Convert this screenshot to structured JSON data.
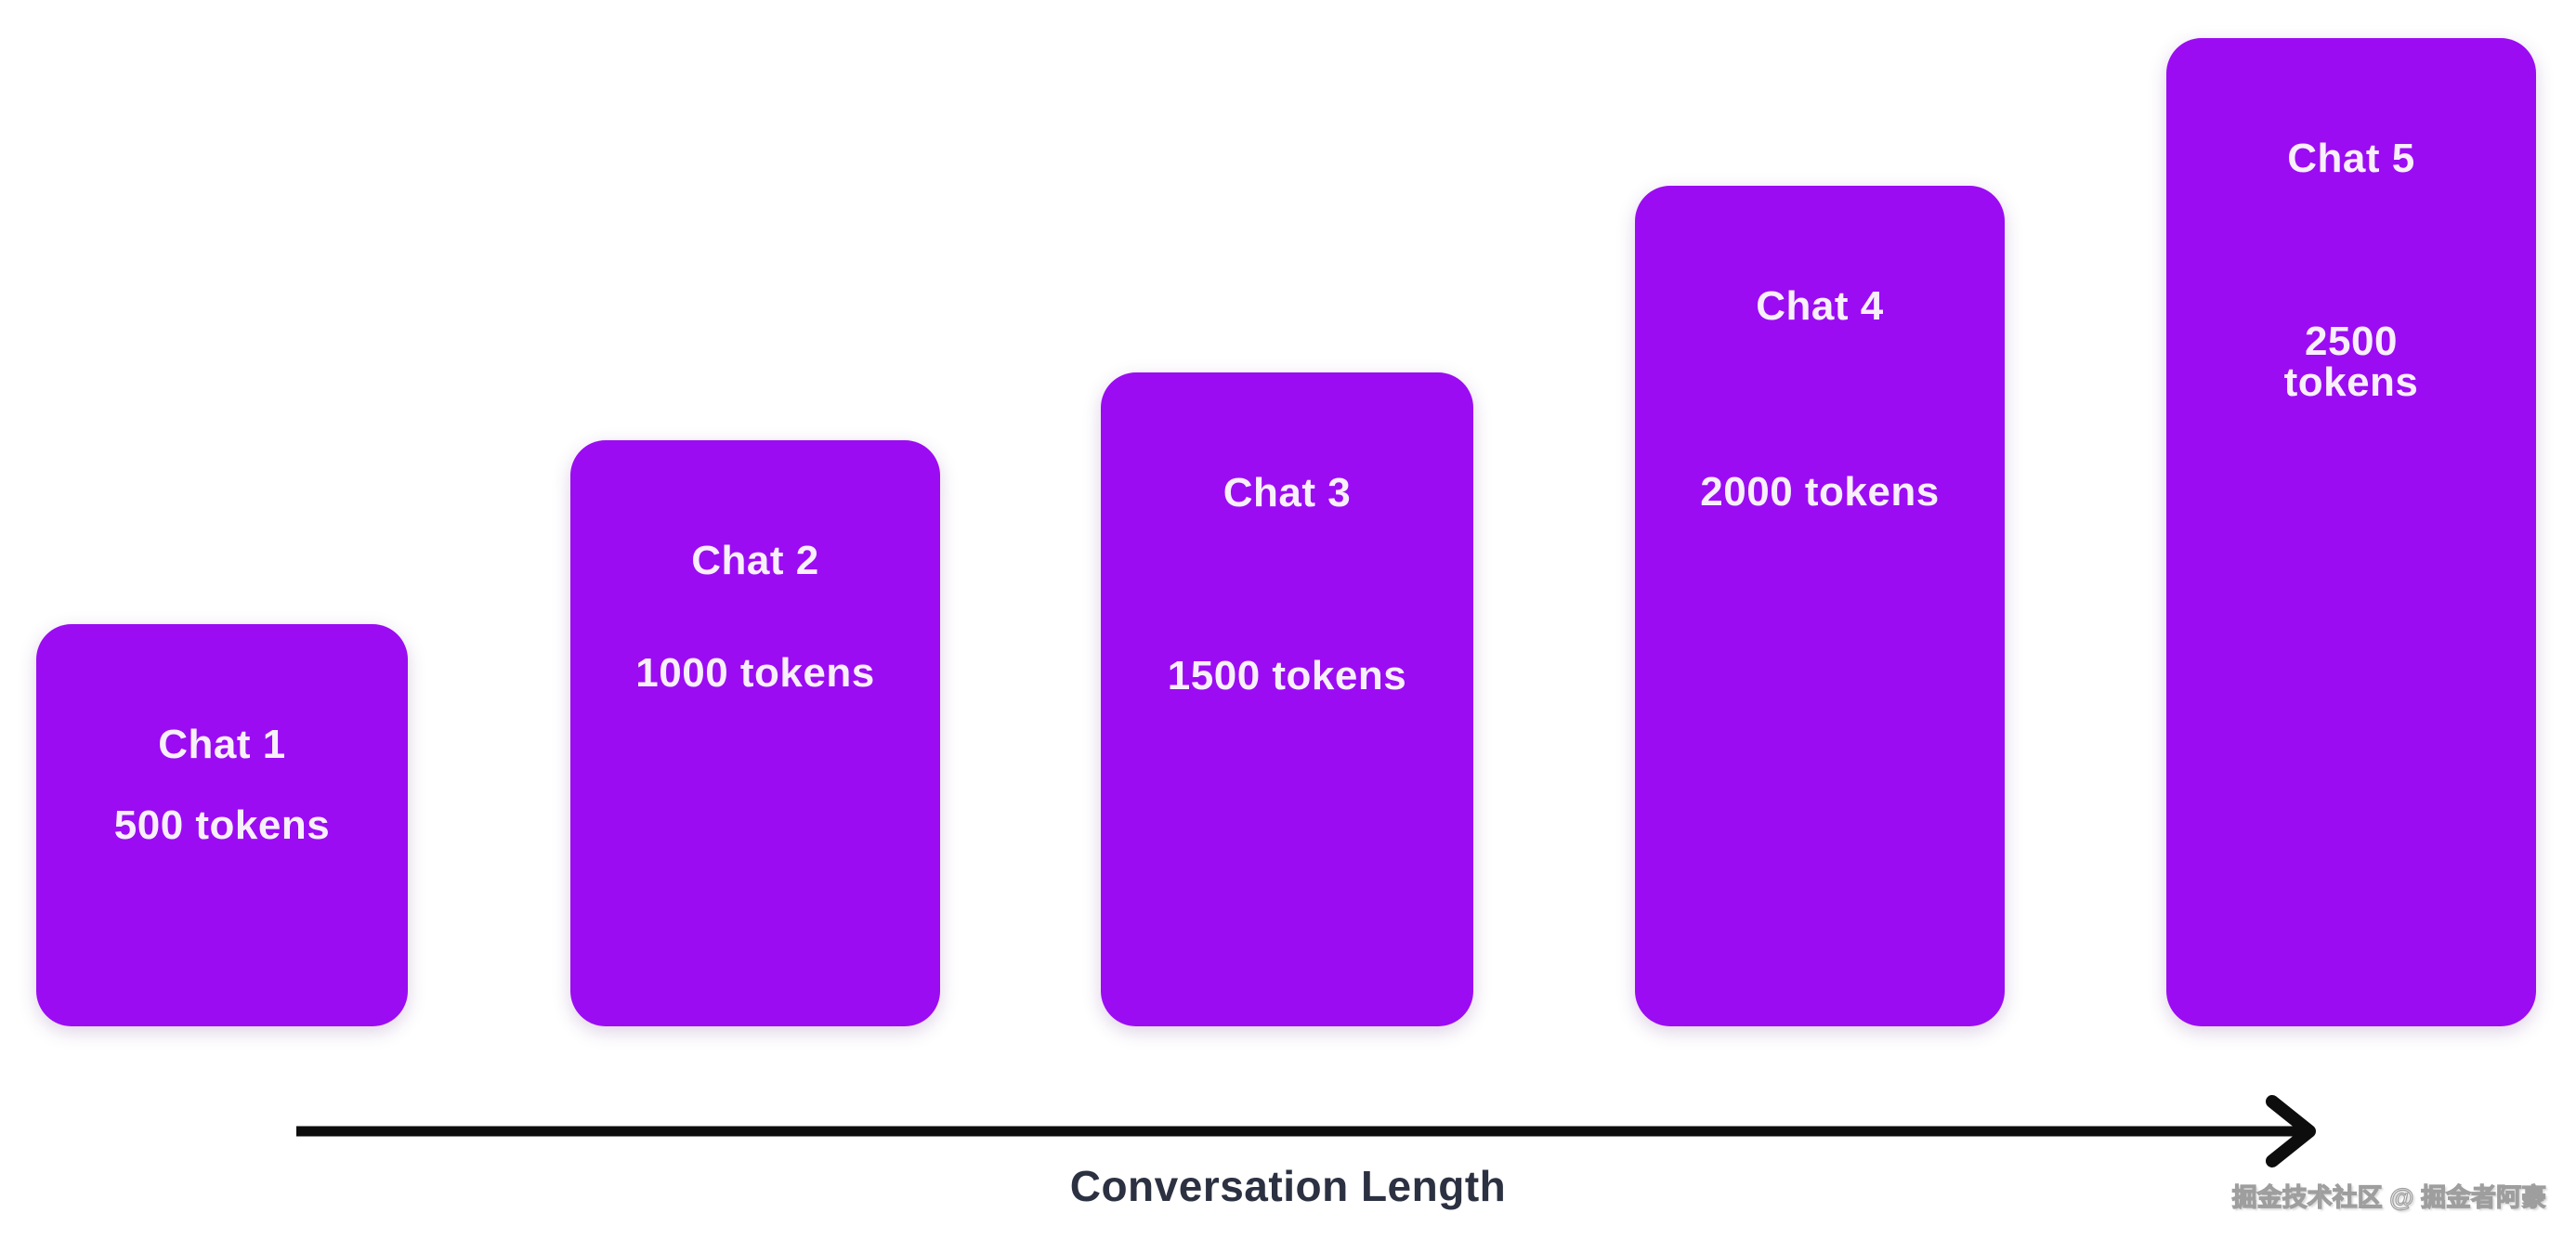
{
  "chart_data": {
    "type": "bar",
    "categories": [
      "Chat 1",
      "Chat 2",
      "Chat 3",
      "Chat 4",
      "Chat 5"
    ],
    "values": [
      500,
      1000,
      1500,
      2000,
      2500
    ],
    "value_unit": "tokens",
    "value_labels": [
      "500 tokens",
      "1000 tokens",
      "1500 tokens",
      "2000 tokens",
      "2500 tokens"
    ],
    "title": "",
    "xlabel": "Conversation Length",
    "ylabel": "",
    "legend": "none",
    "grid": false,
    "orientation": "vertical",
    "bars_bottom_aligned": true
  },
  "bars": [
    {
      "name": "Chat 1",
      "tokens": "500 tokens"
    },
    {
      "name": "Chat 2",
      "tokens": "1000 tokens"
    },
    {
      "name": "Chat 3",
      "tokens": "1500 tokens"
    },
    {
      "name": "Chat 4",
      "tokens": "2000 tokens"
    },
    {
      "name": "Chat 5",
      "tokens": "2500 tokens"
    }
  ],
  "axis": {
    "label": "Conversation Length"
  },
  "watermark": "掘金技术社区 @ 掘金者阿豪",
  "colors": {
    "bar": "#9B0CF2",
    "bar-text": "#F7EFFA",
    "axis-text": "#2C3142",
    "arrow": "#0D0D0D",
    "watermark": "#BFBFBF"
  }
}
